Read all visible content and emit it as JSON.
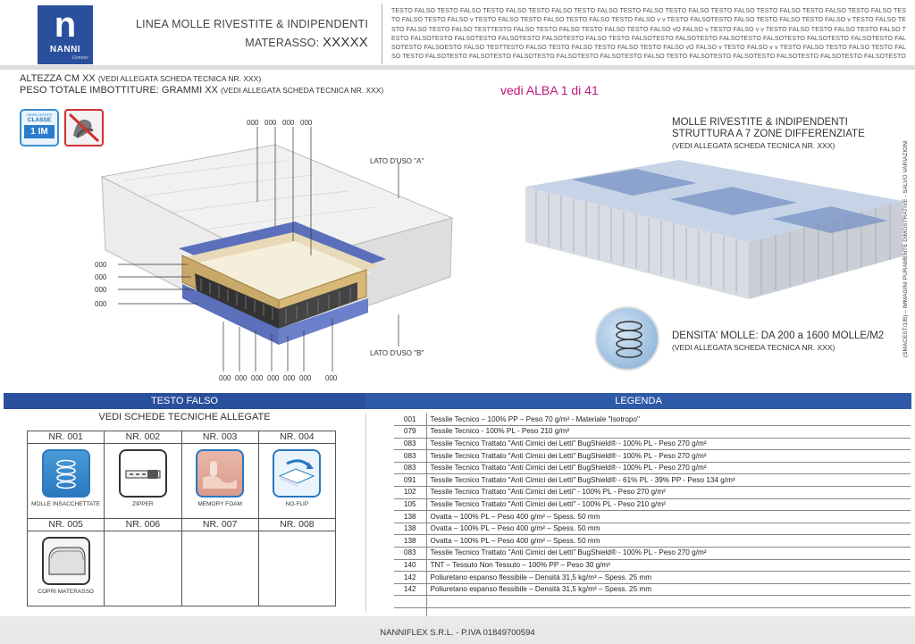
{
  "header": {
    "brand": "NANNI",
    "brand_sub": "Gomme",
    "title_line1": "LINEA MOLLE RIVESTITE & INDIPENDENTI",
    "title_prefix": "MATERASSO:",
    "title_code": "XXXXX",
    "filler_text": "TESTO FALSO TESTO FALSO TESTO FALSO TESTO FALSO TESTO FALSO TESTO FALSO TESTO FALSO TESTO FALSO TESTO FALSO TESTO FALSO TESTO FALSO TESTO FALSO TESTO FALSO v TESTO FALSO TESTO FALSO TESTO FALSO TESTO FALSO v v TESTO FALSOTESTO FALSO TESTO FALSO TESTO FALSO v TESTO FALSO TESTO FALSO TESTO FALSO TESTTESTO FALSO TESTO FALSO TESTO FALSO TESTO FALSO vO FALSO v TESTO FALSO v v TESTO FALSO TESTO FALSO TESTO FALSO TESTO FALSOTESTO FALSOTESTO FALSOTESTO FALSOTESTO FALSO TESTO FALSOTESTO FALSOTESTO FALSOTESTO FALSOTESTO FALSOTESTO FALSOTESTO FALSOTESTO FALSOESTO FALSO TESTTESTO FALSO TESTO FALSO TESTO FALSO TESTO FALSO vO FALSO v TESTO FALSO v v TESTO FALSO TESTO FALSO TESTO FALSO TESTO FALSOTESTO FALSOTESTO FALSOTESTO FALSOTESTO FALSOTESTO FALSO TESTO FALSOTESTO FALSOTESTO FALSOTESTO FALSOTESTO FALSOTESTO"
  },
  "info": {
    "line1_main": "ALTEZZA CM XX",
    "line1_note": "(VEDI ALLEGATA SCHEDA TECNICA NR. XXX)",
    "line2_main": "PESO TOTALE IMBOTTITURE: GRAMMI XX",
    "line2_note": "(VEDI ALLEGATA SCHEDA TECNICA NR. XXX)",
    "vedi": "vedi ALBA 1 di 41"
  },
  "badge": {
    "omologato": "OMOLOGATO",
    "classe": "CLASSE",
    "value": "1 IM"
  },
  "mattress": {
    "top_labels": [
      "000",
      "000",
      "000",
      "000"
    ],
    "left_labels": [
      "000",
      "000",
      "000",
      "000"
    ],
    "bottom_labels": [
      "000",
      "000",
      "000",
      "000",
      "000",
      "000",
      "000"
    ],
    "lato_a": "LATO D'USO \"A\"",
    "lato_b": "LATO D'USO \"B\""
  },
  "springs": {
    "title1": "MOLLE RIVESTITE & INDIPENDENTI",
    "title2": "STRUTTURA A 7 ZONE DIFFERENZIATE",
    "note": "(VEDI ALLEGATA SCHEDA TECNICA NR. XXX)",
    "density_main": "DENSITA' MOLLE: DA 200 a 1600 MOLLE/M2",
    "density_note": "(VEDI ALLEGATA SCHEDA TECNICA NR. XXX)",
    "vertical_note": "(SMACEST/1/B) – IMMAGINI PURAMENTE DIMOSTRATIVE - SALVO VARIAZIONI"
  },
  "features": {
    "bar_title": "TESTO FALSO",
    "subtitle": "VEDI SCHEDE TECNICHE ALLEGATE",
    "row1_headers": [
      "NR. 001",
      "NR. 002",
      "NR. 003",
      "NR. 004"
    ],
    "row1_captions": [
      "MOLLE INSACCHETTATE",
      "ZIPPER",
      "MEMORY FOAM",
      "NO-FLIP"
    ],
    "row2_headers": [
      "NR. 005",
      "NR. 006",
      "NR. 007",
      "NR. 008"
    ],
    "row2_captions": [
      "COPRI MATERASSO",
      "",
      "",
      ""
    ]
  },
  "legend": {
    "title": "LEGENDA",
    "rows": [
      {
        "code": "001",
        "text": "Tessile Tecnico – 100% PP – Peso 70 g/m² - Materiale \"Isotropo\""
      },
      {
        "code": "079",
        "text": "Tessile Tecnico - 100% PL - Peso 210 g/m²"
      },
      {
        "code": "083",
        "text": "Tessile Tecnico Trattato \"Anti Cimici dei Letti\" BugShield® - 100% PL - Peso 270 g/m²"
      },
      {
        "code": "083",
        "text": "Tessile Tecnico Trattato \"Anti Cimici dei Letti\" BugShield® - 100% PL - Peso 270 g/m²"
      },
      {
        "code": "083",
        "text": "Tessile Tecnico Trattato \"Anti Cimici dei Letti\" BugShield® - 100% PL - Peso 270 g/m²"
      },
      {
        "code": "091",
        "text": "Tessile Tecnico Trattato \"Anti Cimici dei Letti\" BugShield® - 61% PL - 39% PP - Peso 134 g/m²"
      },
      {
        "code": "102",
        "text": "Tessile Tecnico Trattato \"Anti Cimici dei Letti\" - 100% PL - Peso 270 g/m²"
      },
      {
        "code": "105",
        "text": "Tessile Tecnico Trattato \"Anti Cimici dei Letti\" - 100% PL - Peso 210 g/m²"
      },
      {
        "code": "138",
        "text": "Ovatta – 100% PL – Peso 400 g/m² – Spess. 50 mm"
      },
      {
        "code": "138",
        "text": "Ovatta – 100% PL – Peso 400 g/m² – Spess. 50 mm"
      },
      {
        "code": "138",
        "text": "Ovatta – 100% PL – Peso 400 g/m² – Spess. 50 mm"
      },
      {
        "code": "083",
        "text": "Tessile Tecnico Trattato \"Anti Cimici dei Letti\" BugShield® - 100% PL - Peso 270 g/m²"
      },
      {
        "code": "140",
        "text": "TNT – Tessuto Non Tessuto – 100% PP – Peso 30 g/m²"
      },
      {
        "code": "142",
        "text": "Poliuretano espanso flessibile – Densità 31,5  kg/m³ – Spess. 25 mm"
      },
      {
        "code": "142",
        "text": "Poliuretano espanso flessibile – Densità 31,5  kg/m³ – Spess. 25 mm"
      },
      {
        "code": "",
        "text": ""
      },
      {
        "code": "",
        "text": ""
      }
    ]
  },
  "footer": {
    "text": "NANNIFLEX S.R.L. - P.IVA 01849700594"
  }
}
